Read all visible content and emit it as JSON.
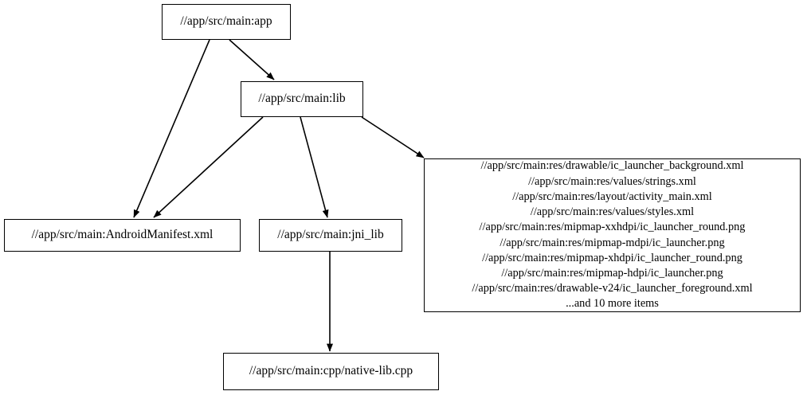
{
  "graph": {
    "background_color": "#ffffff",
    "line_color": "#000000",
    "nodes": [
      {
        "id": "app",
        "label": "//app/src/main:app"
      },
      {
        "id": "lib",
        "label": "//app/src/main:lib"
      },
      {
        "id": "manifest",
        "label": "//app/src/main:AndroidManifest.xml"
      },
      {
        "id": "jni_lib",
        "label": "//app/src/main:jni_lib"
      },
      {
        "id": "native_lib",
        "label": "//app/src/main:cpp/native-lib.cpp"
      },
      {
        "id": "resources",
        "label": "//app/src/main:res/drawable/ic_launcher_background.xml\n//app/src/main:res/values/strings.xml\n//app/src/main:res/layout/activity_main.xml\n//app/src/main:res/values/styles.xml\n//app/src/main:res/mipmap-xxhdpi/ic_launcher_round.png\n//app/src/main:res/mipmap-mdpi/ic_launcher.png\n//app/src/main:res/mipmap-xhdpi/ic_launcher_round.png\n//app/src/main:res/mipmap-hdpi/ic_launcher.png\n//app/src/main:res/drawable-v24/ic_launcher_foreground.xml\n...and 10 more items",
        "lines": [
          "//app/src/main:res/drawable/ic_launcher_background.xml",
          "//app/src/main:res/values/strings.xml",
          "//app/src/main:res/layout/activity_main.xml",
          "//app/src/main:res/values/styles.xml",
          "//app/src/main:res/mipmap-xxhdpi/ic_launcher_round.png",
          "//app/src/main:res/mipmap-mdpi/ic_launcher.png",
          "//app/src/main:res/mipmap-xhdpi/ic_launcher_round.png",
          "//app/src/main:res/mipmap-hdpi/ic_launcher.png",
          "//app/src/main:res/drawable-v24/ic_launcher_foreground.xml",
          "...and 10 more items"
        ],
        "overflow_note": "...and 10 more items",
        "overflow_count": 10
      }
    ],
    "edges": [
      {
        "id": "app-to-lib",
        "from": "app",
        "to": "lib"
      },
      {
        "id": "app-to-manifest",
        "from": "app",
        "to": "manifest"
      },
      {
        "id": "lib-to-manifest",
        "from": "lib",
        "to": "manifest"
      },
      {
        "id": "lib-to-jni-lib",
        "from": "lib",
        "to": "jni_lib"
      },
      {
        "id": "lib-to-resources",
        "from": "lib",
        "to": "resources"
      },
      {
        "id": "jni-lib-to-native-lib",
        "from": "jni_lib",
        "to": "native_lib"
      }
    ]
  }
}
